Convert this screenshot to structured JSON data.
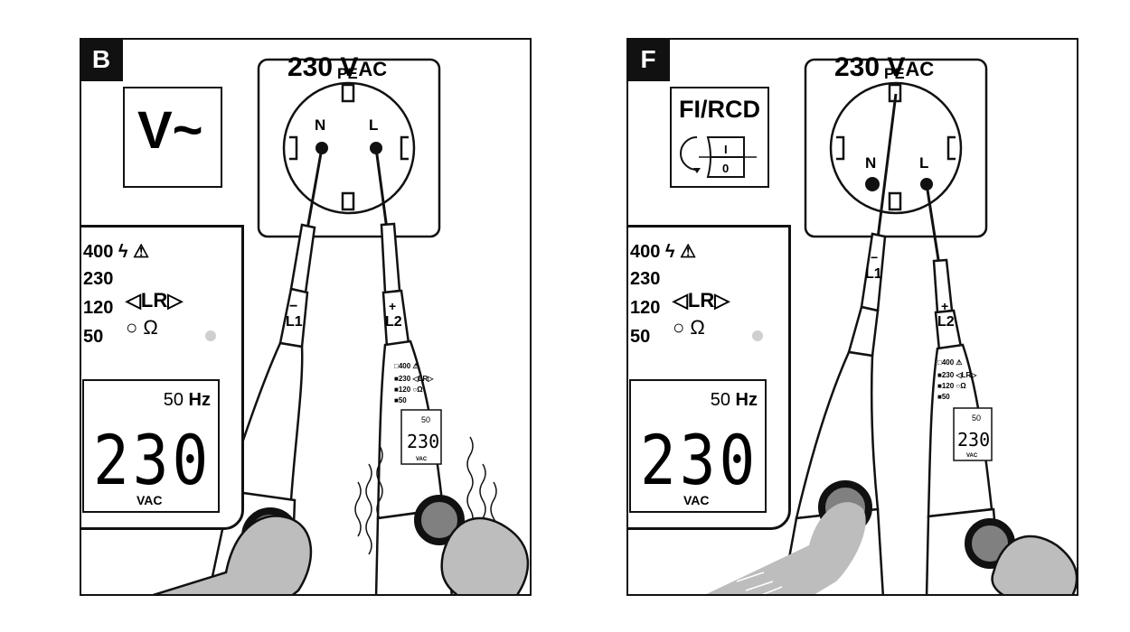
{
  "panels": [
    {
      "letter": "B",
      "voltage_main": "230 V",
      "voltage_sub": "AC",
      "mode": "V~",
      "socket": {
        "pe": "PE",
        "n": "N",
        "l": "L"
      },
      "probes": {
        "l1": "L1",
        "l1_sign": "−",
        "l2": "L2",
        "l2_sign": "+"
      },
      "display": {
        "ranges": [
          "400",
          "230",
          "120",
          "50"
        ],
        "range_states": [
          "empty",
          "full",
          "full",
          "full"
        ],
        "lr": "◁LR▷",
        "ohm": "○ Ω",
        "hz_value": "50",
        "hz_unit": "Hz",
        "reading": "230",
        "unit": "VAC"
      },
      "vibration": true
    },
    {
      "letter": "F",
      "voltage_main": "230 V",
      "voltage_sub": "AC",
      "mode": "FI/RCD",
      "rcd_switch": {
        "on": "I",
        "off": "0"
      },
      "socket": {
        "pe": "PE",
        "n": "N",
        "l": "L"
      },
      "probes": {
        "l1": "L1",
        "l1_sign": "−",
        "l2": "L2",
        "l2_sign": "+"
      },
      "display": {
        "ranges": [
          "400",
          "230",
          "120",
          "50"
        ],
        "range_states": [
          "empty",
          "full",
          "full",
          "full"
        ],
        "lr": "◁LR▷",
        "ohm": "○ Ω",
        "hz_value": "50",
        "hz_unit": "Hz",
        "reading": "230",
        "unit": "VAC"
      },
      "vibration": false
    }
  ],
  "colors": {
    "ink": "#111111",
    "finger": "#bdbdbd",
    "button": "#808080",
    "led": "#cfcfcf"
  }
}
